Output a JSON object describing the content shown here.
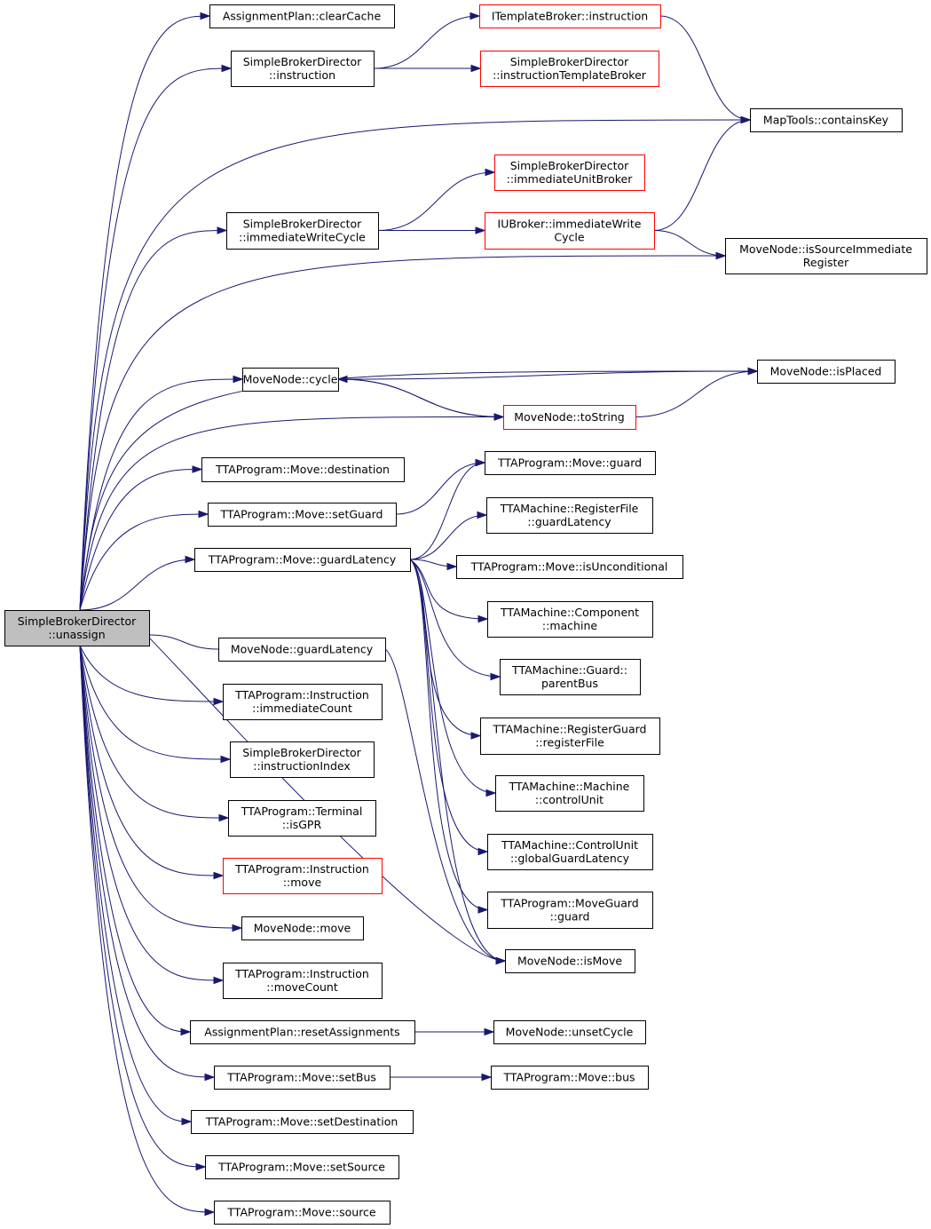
{
  "colors": {
    "edge": "#191970",
    "root_fill": "#bfbfbf",
    "normal_border": "#000000",
    "truncated_border": "#ff0000",
    "background": "#ffffff"
  },
  "nodes": [
    {
      "id": "root",
      "lines": [
        "SimpleBrokerDirector",
        "::unassign"
      ],
      "style": "root"
    },
    {
      "id": "n_clearCache",
      "lines": [
        "AssignmentPlan::clearCache"
      ],
      "style": "normal"
    },
    {
      "id": "n_sbd_instruction",
      "lines": [
        "SimpleBrokerDirector",
        "::instruction"
      ],
      "style": "normal"
    },
    {
      "id": "n_itb_instruction",
      "lines": [
        "ITemplateBroker::instruction"
      ],
      "style": "red"
    },
    {
      "id": "n_sbd_instrTemplateBroker",
      "lines": [
        "SimpleBrokerDirector",
        "::instructionTemplateBroker"
      ],
      "style": "red"
    },
    {
      "id": "n_containsKey",
      "lines": [
        "MapTools::containsKey"
      ],
      "style": "normal"
    },
    {
      "id": "n_sbd_immUnitBroker",
      "lines": [
        "SimpleBrokerDirector",
        "::immediateUnitBroker"
      ],
      "style": "red"
    },
    {
      "id": "n_sbd_immWriteCycle",
      "lines": [
        "SimpleBrokerDirector",
        "::immediateWriteCycle"
      ],
      "style": "normal"
    },
    {
      "id": "n_iub_immWriteCycle",
      "lines": [
        "IUBroker::immediateWrite",
        "Cycle"
      ],
      "style": "red"
    },
    {
      "id": "n_isSourceImmReg",
      "lines": [
        "MoveNode::isSourceImmediate",
        "Register"
      ],
      "style": "normal"
    },
    {
      "id": "n_isPlaced",
      "lines": [
        "MoveNode::isPlaced"
      ],
      "style": "normal"
    },
    {
      "id": "n_mn_cycle",
      "lines": [
        "MoveNode::cycle"
      ],
      "style": "normal"
    },
    {
      "id": "n_toString",
      "lines": [
        "MoveNode::toString"
      ],
      "style": "red"
    },
    {
      "id": "n_move_destination",
      "lines": [
        "TTAProgram::Move::destination"
      ],
      "style": "normal"
    },
    {
      "id": "n_move_guard",
      "lines": [
        "TTAProgram::Move::guard"
      ],
      "style": "normal"
    },
    {
      "id": "n_move_setGuard",
      "lines": [
        "TTAProgram::Move::setGuard"
      ],
      "style": "normal"
    },
    {
      "id": "n_rf_guardLatency",
      "lines": [
        "TTAMachine::RegisterFile",
        "::guardLatency"
      ],
      "style": "normal"
    },
    {
      "id": "n_move_guardLatency",
      "lines": [
        "TTAProgram::Move::guardLatency"
      ],
      "style": "normal"
    },
    {
      "id": "n_isUnconditional",
      "lines": [
        "TTAProgram::Move::isUnconditional"
      ],
      "style": "normal"
    },
    {
      "id": "n_comp_machine",
      "lines": [
        "TTAMachine::Component",
        "::machine"
      ],
      "style": "normal"
    },
    {
      "id": "n_guard_parentBus",
      "lines": [
        "TTAMachine::Guard::",
        "parentBus"
      ],
      "style": "normal"
    },
    {
      "id": "n_mn_guardLatency",
      "lines": [
        "MoveNode::guardLatency"
      ],
      "style": "normal"
    },
    {
      "id": "n_rg_registerFile",
      "lines": [
        "TTAMachine::RegisterGuard",
        "::registerFile"
      ],
      "style": "normal"
    },
    {
      "id": "n_instr_immCount",
      "lines": [
        "TTAProgram::Instruction",
        "::immediateCount"
      ],
      "style": "normal"
    },
    {
      "id": "n_sbd_instrIndex",
      "lines": [
        "SimpleBrokerDirector",
        "::instructionIndex"
      ],
      "style": "normal"
    },
    {
      "id": "n_machine_controlUnit",
      "lines": [
        "TTAMachine::Machine",
        "::controlUnit"
      ],
      "style": "normal"
    },
    {
      "id": "n_term_isGPR",
      "lines": [
        "TTAProgram::Terminal",
        "::isGPR"
      ],
      "style": "normal"
    },
    {
      "id": "n_cu_globalGuardLatency",
      "lines": [
        "TTAMachine::ControlUnit",
        "::globalGuardLatency"
      ],
      "style": "normal"
    },
    {
      "id": "n_instr_move",
      "lines": [
        "TTAProgram::Instruction",
        "::move"
      ],
      "style": "red"
    },
    {
      "id": "n_mg_guard",
      "lines": [
        "TTAProgram::MoveGuard",
        "::guard"
      ],
      "style": "normal"
    },
    {
      "id": "n_mn_move",
      "lines": [
        "MoveNode::move"
      ],
      "style": "normal"
    },
    {
      "id": "n_isMove",
      "lines": [
        "MoveNode::isMove"
      ],
      "style": "normal"
    },
    {
      "id": "n_instr_moveCount",
      "lines": [
        "TTAProgram::Instruction",
        "::moveCount"
      ],
      "style": "normal"
    },
    {
      "id": "n_resetAssignments",
      "lines": [
        "AssignmentPlan::resetAssignments"
      ],
      "style": "normal"
    },
    {
      "id": "n_unsetCycle",
      "lines": [
        "MoveNode::unsetCycle"
      ],
      "style": "normal"
    },
    {
      "id": "n_move_setBus",
      "lines": [
        "TTAProgram::Move::setBus"
      ],
      "style": "normal"
    },
    {
      "id": "n_move_bus",
      "lines": [
        "TTAProgram::Move::bus"
      ],
      "style": "normal"
    },
    {
      "id": "n_move_setDestination",
      "lines": [
        "TTAProgram::Move::setDestination"
      ],
      "style": "normal"
    },
    {
      "id": "n_move_setSource",
      "lines": [
        "TTAProgram::Move::setSource"
      ],
      "style": "normal"
    },
    {
      "id": "n_move_source",
      "lines": [
        "TTAProgram::Move::source"
      ],
      "style": "normal"
    }
  ],
  "edges": [
    [
      "root",
      "n_clearCache"
    ],
    [
      "root",
      "n_sbd_instruction"
    ],
    [
      "root",
      "n_containsKey"
    ],
    [
      "root",
      "n_sbd_immWriteCycle"
    ],
    [
      "root",
      "n_isSourceImmReg"
    ],
    [
      "root",
      "n_isPlaced"
    ],
    [
      "root",
      "n_mn_cycle"
    ],
    [
      "root",
      "n_toString"
    ],
    [
      "root",
      "n_move_destination"
    ],
    [
      "root",
      "n_move_setGuard"
    ],
    [
      "root",
      "n_move_guardLatency"
    ],
    [
      "root",
      "n_mn_guardLatency"
    ],
    [
      "root",
      "n_instr_immCount"
    ],
    [
      "root",
      "n_sbd_instrIndex"
    ],
    [
      "root",
      "n_term_isGPR"
    ],
    [
      "root",
      "n_instr_move"
    ],
    [
      "root",
      "n_mn_move"
    ],
    [
      "root",
      "n_instr_moveCount"
    ],
    [
      "root",
      "n_resetAssignments"
    ],
    [
      "root",
      "n_move_setBus"
    ],
    [
      "root",
      "n_move_setDestination"
    ],
    [
      "root",
      "n_move_setSource"
    ],
    [
      "root",
      "n_move_source"
    ],
    [
      "root",
      "n_isMove"
    ],
    [
      "n_sbd_instruction",
      "n_itb_instruction"
    ],
    [
      "n_sbd_instruction",
      "n_sbd_instrTemplateBroker"
    ],
    [
      "n_itb_instruction",
      "n_containsKey"
    ],
    [
      "n_sbd_immWriteCycle",
      "n_sbd_immUnitBroker"
    ],
    [
      "n_sbd_immWriteCycle",
      "n_iub_immWriteCycle"
    ],
    [
      "n_iub_immWriteCycle",
      "n_containsKey"
    ],
    [
      "n_iub_immWriteCycle",
      "n_isSourceImmReg"
    ],
    [
      "n_mn_cycle",
      "n_isPlaced"
    ],
    [
      "n_mn_cycle",
      "n_toString"
    ],
    [
      "n_toString",
      "n_mn_cycle"
    ],
    [
      "n_toString",
      "n_isPlaced"
    ],
    [
      "n_move_setGuard",
      "n_move_guard"
    ],
    [
      "n_move_guardLatency",
      "n_move_guard"
    ],
    [
      "n_move_guardLatency",
      "n_rf_guardLatency"
    ],
    [
      "n_move_guardLatency",
      "n_isUnconditional"
    ],
    [
      "n_move_guardLatency",
      "n_comp_machine"
    ],
    [
      "n_move_guardLatency",
      "n_guard_parentBus"
    ],
    [
      "n_move_guardLatency",
      "n_rg_registerFile"
    ],
    [
      "n_move_guardLatency",
      "n_machine_controlUnit"
    ],
    [
      "n_move_guardLatency",
      "n_cu_globalGuardLatency"
    ],
    [
      "n_move_guardLatency",
      "n_mg_guard"
    ],
    [
      "n_move_guardLatency",
      "n_isMove"
    ],
    [
      "n_mn_guardLatency",
      "n_isMove"
    ],
    [
      "n_resetAssignments",
      "n_unsetCycle"
    ],
    [
      "n_move_setBus",
      "n_move_bus"
    ]
  ]
}
